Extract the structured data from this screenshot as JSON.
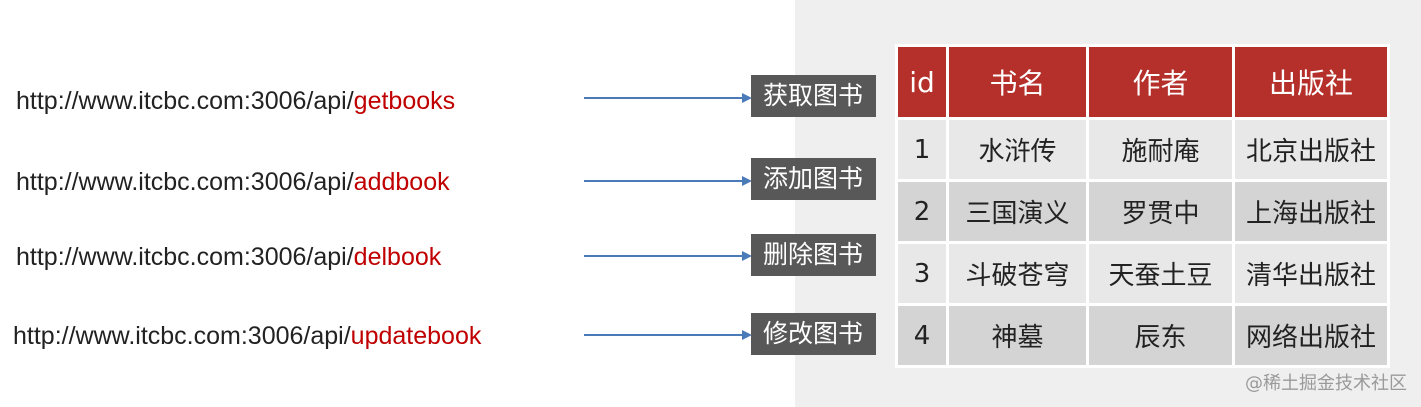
{
  "api": [
    {
      "base": "http://www.itcbc.com:3006/api/",
      "endpoint": "getbooks",
      "label": "获取图书"
    },
    {
      "base": "http://www.itcbc.com:3006/api/",
      "endpoint": "addbook",
      "label": "添加图书"
    },
    {
      "base": "http://www.itcbc.com:3006/api/",
      "endpoint": "delbook",
      "label": "删除图书"
    },
    {
      "base": "http://www.itcbc.com:3006/api/",
      "endpoint": "updatebook",
      "label": "修改图书"
    }
  ],
  "table": {
    "headers": [
      "id",
      "书名",
      "作者",
      "出版社"
    ],
    "rows": [
      [
        "1",
        "水浒传",
        "施耐庵",
        "北京出版社"
      ],
      [
        "2",
        "三国演义",
        "罗贯中",
        "上海出版社"
      ],
      [
        "3",
        "斗破苍穹",
        "天蚕土豆",
        "清华出版社"
      ],
      [
        "4",
        "神墓",
        "辰东",
        "网络出版社"
      ]
    ]
  },
  "watermark": "@稀土掘金技术社区",
  "colors": {
    "header_bg": "#b5302a",
    "endpoint_text": "#c00000",
    "arrow": "#4a7ab8",
    "tag_bg": "#585858"
  }
}
